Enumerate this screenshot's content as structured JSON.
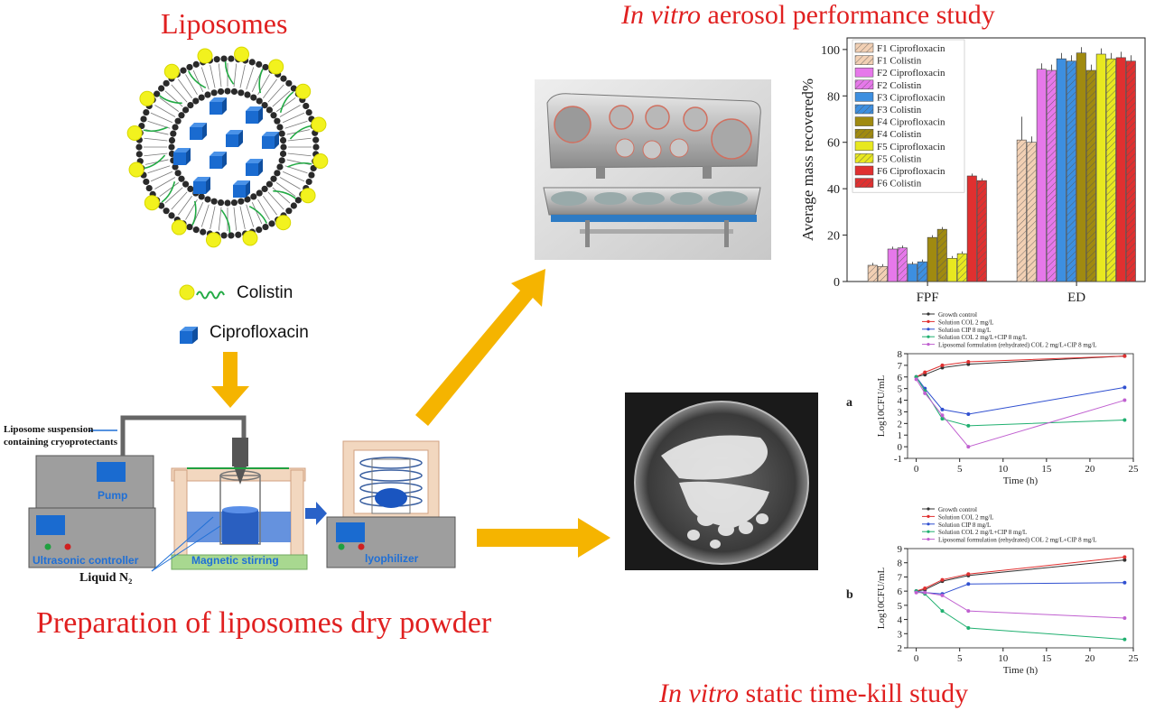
{
  "titles": {
    "liposomes": "Liposomes",
    "aerosol_prefix": "In vitro",
    "aerosol_suffix": " aerosol performance study",
    "preparation": "Preparation of liposomes dry powder",
    "timekill_prefix": "In vitro",
    "timekill_suffix": " static time-kill study"
  },
  "legend_left": {
    "colistin": "Colistin",
    "ciprofloxacin": "Ciprofloxacin"
  },
  "apparatus": {
    "suspension_line1": "Liposome suspension",
    "suspension_line2": "containing cryoprotectants",
    "pump": "Pump",
    "ultrasonic": "Ultrasonic controller",
    "magnetic": "Magnetic stirring",
    "lyophilizer": "lyophilizer",
    "liquid_n2": "Liquid N₂"
  },
  "colors": {
    "title_red": "#e02020",
    "arrow_gold": "#f5b400",
    "label_blue": "#1f6fd6"
  },
  "chart_data": [
    {
      "type": "bar",
      "categories": [
        "FPF",
        "ED"
      ],
      "ylabel": "Average mass recovered%",
      "ylim": [
        0,
        105
      ],
      "yticks": [
        0,
        20,
        40,
        60,
        80,
        100
      ],
      "legend_position": "top-left",
      "series": [
        {
          "name": "F1 Ciprofloxacin",
          "color": "#f2d0b4",
          "hatch": true,
          "values": [
            7,
            61
          ]
        },
        {
          "name": "F1 Colistin",
          "color": "#f2d0b4",
          "hatch": true,
          "values": [
            6.5,
            60
          ]
        },
        {
          "name": "F2 Ciprofloxacin",
          "color": "#e678ea",
          "hatch": false,
          "values": [
            14,
            91.5
          ]
        },
        {
          "name": "F2 Colistin",
          "color": "#e678ea",
          "hatch": true,
          "values": [
            14.5,
            91
          ]
        },
        {
          "name": "F3 Ciprofloxacin",
          "color": "#3d8fe0",
          "hatch": false,
          "values": [
            7.5,
            96
          ]
        },
        {
          "name": "F3 Colistin",
          "color": "#3d8fe0",
          "hatch": true,
          "values": [
            8.5,
            95
          ]
        },
        {
          "name": "F4 Ciprofloxacin",
          "color": "#a08a10",
          "hatch": false,
          "values": [
            19,
            98.5
          ]
        },
        {
          "name": "F4 Colistin",
          "color": "#a08a10",
          "hatch": true,
          "values": [
            22.5,
            91
          ]
        },
        {
          "name": "F5 Ciprofloxacin",
          "color": "#e8e820",
          "hatch": false,
          "values": [
            10,
            98
          ]
        },
        {
          "name": "F5 Colistin",
          "color": "#e8e820",
          "hatch": true,
          "values": [
            12,
            96
          ]
        },
        {
          "name": "F6 Ciprofloxacin",
          "color": "#e03030",
          "hatch": false,
          "values": [
            45.5,
            96.5
          ]
        },
        {
          "name": "F6 Colistin",
          "color": "#e03030",
          "hatch": true,
          "values": [
            43.5,
            95
          ]
        }
      ]
    },
    {
      "type": "line",
      "panel_label": "a",
      "xlabel": "Time (h)",
      "ylabel": "Log10CFU/mL",
      "xlim": [
        -1,
        25
      ],
      "ylim": [
        -1,
        8
      ],
      "xticks": [
        0,
        5,
        10,
        15,
        20,
        25
      ],
      "yticks": [
        -1,
        0,
        1,
        2,
        3,
        4,
        5,
        6,
        7,
        8
      ],
      "x": [
        0,
        1,
        3,
        6,
        24
      ],
      "series": [
        {
          "name": "Growth control",
          "color": "#333333",
          "values": [
            6.0,
            6.2,
            6.8,
            7.1,
            7.8
          ]
        },
        {
          "name": "Solution COL 2 mg/L",
          "color": "#e03030",
          "values": [
            6.0,
            6.4,
            7.0,
            7.3,
            7.8
          ]
        },
        {
          "name": "Solution CIP 8 mg/L",
          "color": "#3050d0",
          "values": [
            6.0,
            5.0,
            3.2,
            2.8,
            5.1
          ]
        },
        {
          "name": "Solution COL 2 mg/L+CIP 8 mg/L",
          "color": "#20b070",
          "values": [
            6.0,
            4.8,
            2.4,
            1.8,
            2.3
          ]
        },
        {
          "name": "Liposomal formulation (rehydrated) COL 2 mg/L+CIP 8 mg/L",
          "color": "#c060d0",
          "values": [
            5.8,
            4.6,
            2.7,
            0.0,
            4.0
          ]
        }
      ]
    },
    {
      "type": "line",
      "panel_label": "b",
      "xlabel": "Time (h)",
      "ylabel": "Log10CFU/mL",
      "xlim": [
        -1,
        25
      ],
      "ylim": [
        2,
        9
      ],
      "xticks": [
        0,
        5,
        10,
        15,
        20,
        25
      ],
      "yticks": [
        2,
        3,
        4,
        5,
        6,
        7,
        8,
        9
      ],
      "x": [
        0,
        1,
        3,
        6,
        24
      ],
      "series": [
        {
          "name": "Growth control",
          "color": "#333333",
          "values": [
            6.0,
            6.1,
            6.7,
            7.1,
            8.2
          ]
        },
        {
          "name": "Solution COL 2 mg/L",
          "color": "#e03030",
          "values": [
            6.0,
            6.2,
            6.8,
            7.2,
            8.4
          ]
        },
        {
          "name": "Solution CIP 8 mg/L",
          "color": "#3050d0",
          "values": [
            6.0,
            5.9,
            5.8,
            6.5,
            6.6
          ]
        },
        {
          "name": "Solution COL 2 mg/L+CIP 8 mg/L",
          "color": "#20b070",
          "values": [
            6.0,
            5.8,
            4.6,
            3.4,
            2.6
          ]
        },
        {
          "name": "Liposomal formulation (rehydrated) COL 2 mg/L+CIP 8 mg/L",
          "color": "#c060d0",
          "values": [
            5.9,
            5.9,
            5.7,
            4.6,
            4.1
          ]
        }
      ]
    }
  ]
}
